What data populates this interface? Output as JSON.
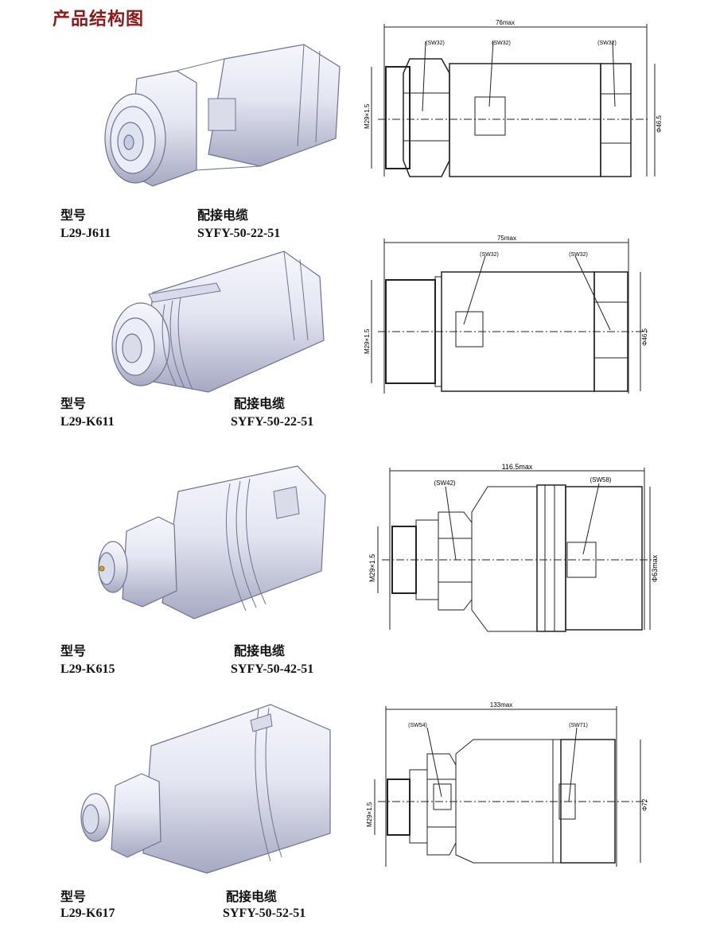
{
  "page_title": "产品结构图",
  "products": [
    {
      "model_label": "型号",
      "model": "L29-J611",
      "cable_label": "配接电缆",
      "cable": "SYFY-50-22-51",
      "dims": {
        "length": "76max",
        "sw1": "(SW32)",
        "sw2": "(SW32)",
        "sw3": "(SW32)",
        "thread": "M29×1.5",
        "dia": "Φ46.5"
      }
    },
    {
      "model_label": "型号",
      "model": "L29-K611",
      "cable_label": "配接电缆",
      "cable": "SYFY-50-22-51",
      "dims": {
        "length": "75max",
        "sw1": "(SW32)",
        "sw2": "(SW32)",
        "thread": "M29×1.5",
        "dia": "Φ46.5"
      }
    },
    {
      "model_label": "型号",
      "model": "L29-K615",
      "cable_label": "配接电缆",
      "cable": "SYFY-50-42-51",
      "dims": {
        "length": "116.5max",
        "sw1": "(SW42)",
        "sw2": "(SW58)",
        "thread": "M29×1.5",
        "dia": "Φ63max"
      }
    },
    {
      "model_label": "型号",
      "model": "L29-K617",
      "cable_label": "配接电缆",
      "cable": "SYFY-50-52-51",
      "dims": {
        "length": "133max",
        "sw1": "(SW54)",
        "sw2": "(SW71)",
        "thread": "M29×1.5",
        "dia": "Φ72"
      }
    }
  ],
  "colors": {
    "title": "#8b1a1a",
    "metal_light": "#f4f5fb",
    "metal_mid": "#c9cce0",
    "metal_dark": "#8f93b0"
  }
}
